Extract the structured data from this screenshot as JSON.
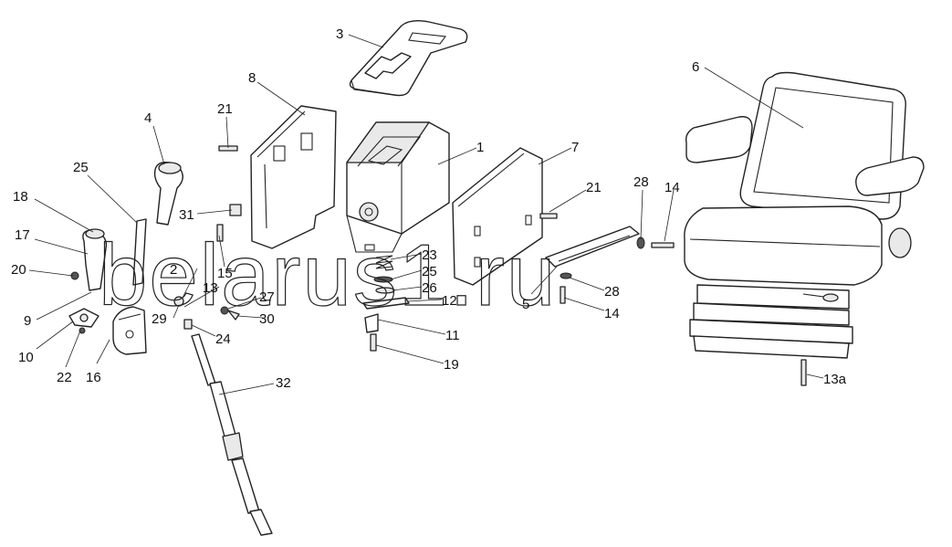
{
  "callouts": {
    "c1": "1",
    "c2": "2",
    "c3": "3",
    "c4": "4",
    "c5": "5",
    "c6": "6",
    "c7": "7",
    "c8": "8",
    "c9": "9",
    "c10": "10",
    "c11": "11",
    "c12": "12",
    "c13": "13",
    "c13a": "13a",
    "c14a": "14",
    "c14b": "14",
    "c15": "15",
    "c16": "16",
    "c17": "17",
    "c18": "18",
    "c19": "19",
    "c20": "20",
    "c21a": "21",
    "c21b": "21",
    "c22": "22",
    "c23": "23",
    "c24": "24",
    "c25a": "25",
    "c25b": "25",
    "c26": "26",
    "c27": "27",
    "c28a": "28",
    "c28b": "28",
    "c29": "29",
    "c30": "30",
    "c31": "31",
    "c32": "32"
  },
  "watermark": "belarus1.ru"
}
